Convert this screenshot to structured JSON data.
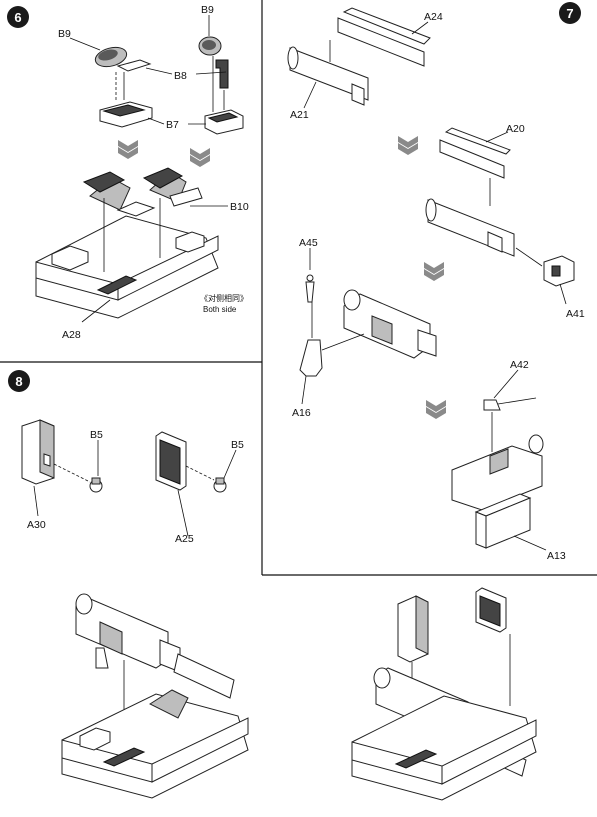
{
  "steps": [
    {
      "number": "6",
      "part_labels": [
        "B9",
        "B9",
        "B8",
        "B7",
        "B10",
        "A28"
      ],
      "note_cn": "《对侧相同》",
      "note_en": "Both side"
    },
    {
      "number": "7",
      "part_labels": [
        "A24",
        "A21",
        "A20",
        "A45",
        "A41",
        "A16",
        "A42",
        "A13"
      ]
    },
    {
      "number": "8",
      "part_labels": [
        "B5",
        "B5",
        "A30",
        "A25"
      ]
    }
  ],
  "colors": {
    "ink": "#111111",
    "badge": "#1a1a1a",
    "shade": "#8a8a8a"
  },
  "icons": [
    "step-badge-icon",
    "assembly-arrow-icon"
  ]
}
